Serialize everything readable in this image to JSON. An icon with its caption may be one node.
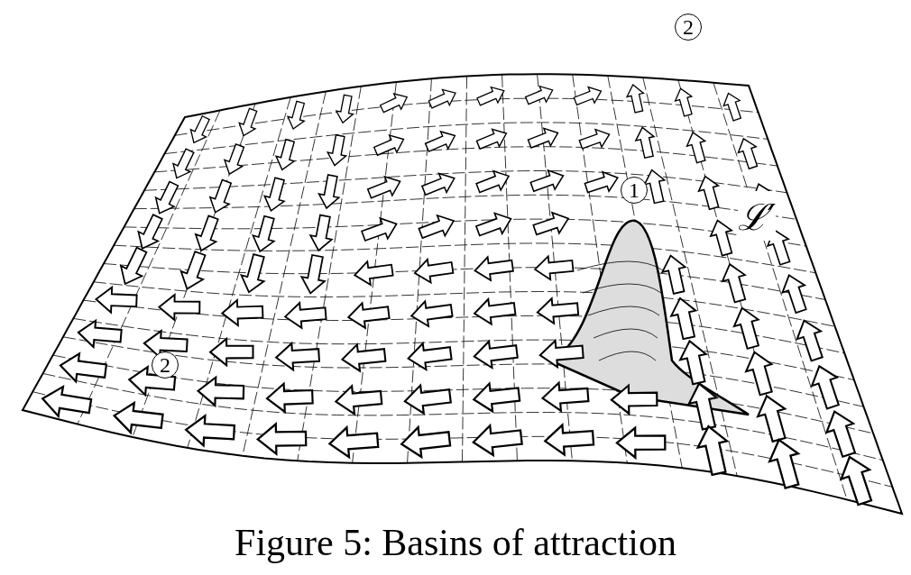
{
  "diagram": {
    "caption": "Figure 5: Basins of attraction",
    "nodes": [
      {
        "text": [
          "2"
        ]
      },
      {
        "text": [
          "1"
        ]
      },
      {
        "text": [
          "2"
        ]
      }
    ],
    "labels": [
      "ℒ′"
    ]
  }
}
